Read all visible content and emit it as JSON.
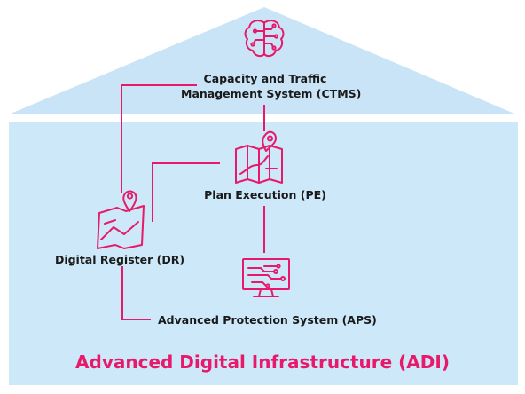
{
  "colors": {
    "accent": "#e8196b",
    "roof": "#c9e4f6",
    "body": "#cde8f8",
    "text": "#1a1a1a"
  },
  "icons": {
    "ctms": "brain-circuit-icon",
    "pe": "route-map-icon",
    "dr": "map-pin-icon",
    "aps": "monitor-circuit-icon"
  },
  "nodes": {
    "ctms_line1": "Capacity and Traffic",
    "ctms_line2": "Management System (CTMS)",
    "pe": "Plan Execution (PE)",
    "dr": "Digital Register (DR)",
    "aps": "Advanced Protection System (APS)"
  },
  "footer": {
    "title": "Advanced Digital Infrastructure (ADI)"
  }
}
